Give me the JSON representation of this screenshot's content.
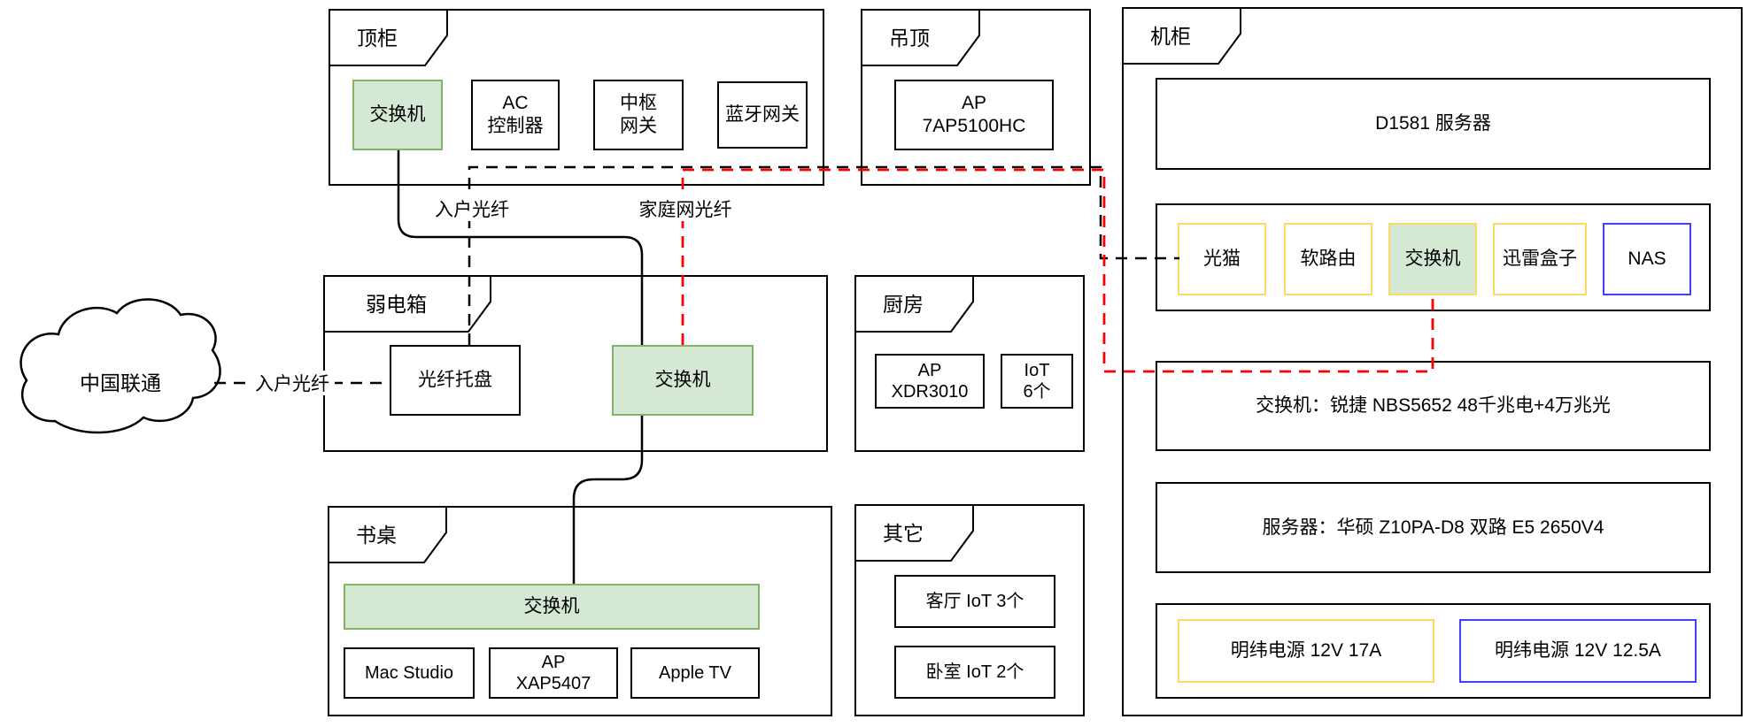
{
  "cloud": {
    "label": "中国联通"
  },
  "nodes": {
    "top_cabinet": {
      "tab": "顶柜",
      "switch": "交换机",
      "ac": [
        "AC",
        "控制器"
      ],
      "hub_gw": [
        "中枢",
        "网关"
      ],
      "bt_gw": "蓝牙网关"
    },
    "ceiling": {
      "tab": "吊顶",
      "ap": [
        "AP",
        "7AP5100HC"
      ]
    },
    "rack": {
      "tab": "机柜",
      "server_d1581": "D1581 服务器",
      "modem": "光猫",
      "soft_router": "软路由",
      "switch": "交换机",
      "thunder_box": "迅雷盒子",
      "nas": "NAS",
      "switch_detail": "交换机：锐捷 NBS5652 48千兆电+4万兆光",
      "server_detail": "服务器：华硕 Z10PA-D8 双路 E5 2650V4",
      "psu_17a": "明纬电源 12V 17A",
      "psu_125a": "明纬电源 12V 12.5A"
    },
    "weak_box": {
      "tab": "弱电箱",
      "fiber_tray": "光纤托盘",
      "switch": "交换机"
    },
    "kitchen": {
      "tab": "厨房",
      "ap": [
        "AP",
        "XDR3010"
      ],
      "iot": [
        "IoT",
        "6个"
      ]
    },
    "desk": {
      "tab": "书桌",
      "switch": "交换机",
      "mac": "Mac Studio",
      "ap": [
        "AP",
        "XAP5407"
      ],
      "appletv": "Apple TV"
    },
    "others": {
      "tab": "其它",
      "living_iot": "客厅 IoT 3个",
      "bedroom_iot": "卧室 IoT 2个"
    }
  },
  "edge_labels": {
    "fiber_entry_cloud": "入户光纤",
    "fiber_entry": "入户光纤",
    "home_fiber": "家庭网光纤"
  },
  "colors": {
    "green_fill": "#d5e8d4",
    "green_border": "#82b366",
    "yellow_border": "#ffd966",
    "blue_border": "#4040ff",
    "red_line": "#ff0000",
    "line_black": "#000000"
  }
}
